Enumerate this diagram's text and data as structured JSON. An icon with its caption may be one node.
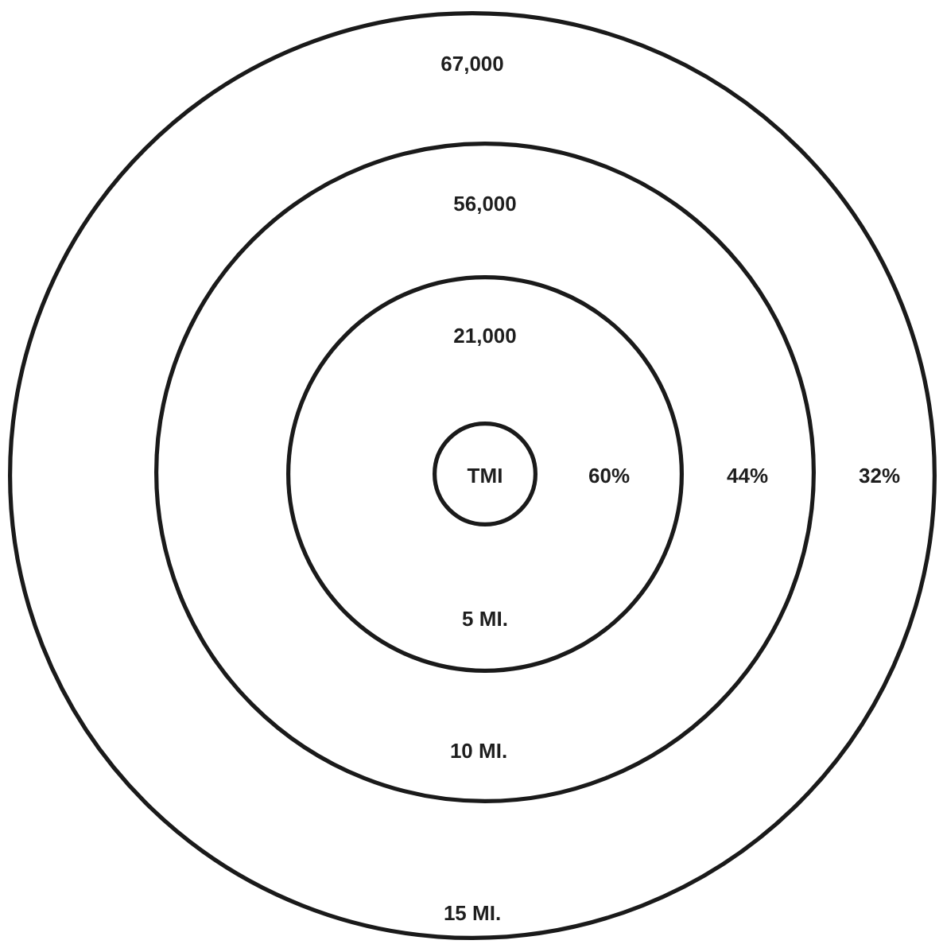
{
  "diagram": {
    "nodes": [
      {
        "text": [
          "67,000",
          "32%",
          "15 MI."
        ]
      },
      {
        "text": [
          "56,000",
          "44%",
          "10 MI."
        ],
        "in": 0
      },
      {
        "text": [
          "21,000",
          "60%",
          "5 MI."
        ],
        "in": 1
      },
      {
        "text": [
          "TMI"
        ],
        "in": 2
      }
    ]
  }
}
